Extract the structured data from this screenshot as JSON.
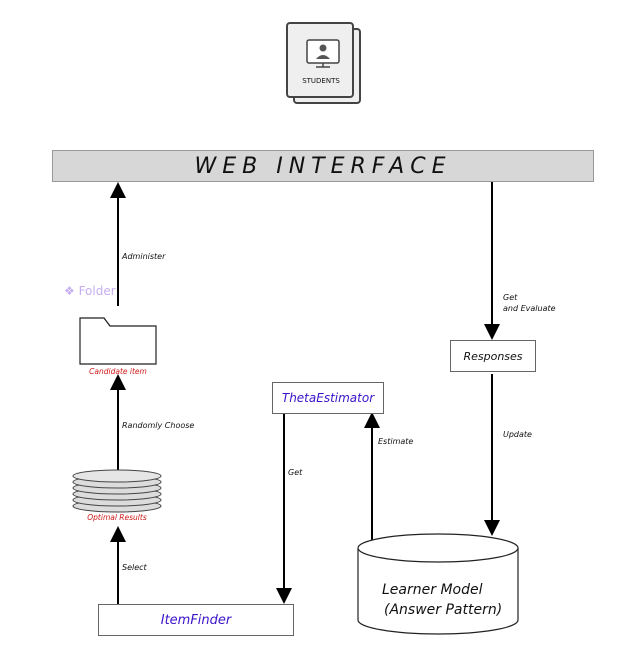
{
  "students": {
    "label": "STUDENTS",
    "icon": "monitor-user-icon"
  },
  "web_interface": {
    "label": "WEB INTERFACE"
  },
  "nodes": {
    "candidate_item": "Candidate item",
    "optimal_results": "Optimal Results",
    "item_finder": "ItemFinder",
    "theta_estimator": "ThetaEstimator",
    "responses": "Responses",
    "learner_model_line1": "Learner Model",
    "learner_model_line2": "(Answer Pattern)"
  },
  "edges": {
    "administer": "Administer",
    "randomly_choose": "Randomly Choose",
    "select": "Select",
    "get_theta": "Get",
    "estimate": "Estimate",
    "get_evaluate_line1": "Get",
    "get_evaluate_line2": "and Evaluate",
    "update": "Update"
  },
  "legacy_label": {
    "text": "❖ Folder"
  },
  "colors": {
    "accent_red": "#d11a1a",
    "accent_blue": "#3b14c9",
    "bar_gray": "#d7d7d7"
  }
}
